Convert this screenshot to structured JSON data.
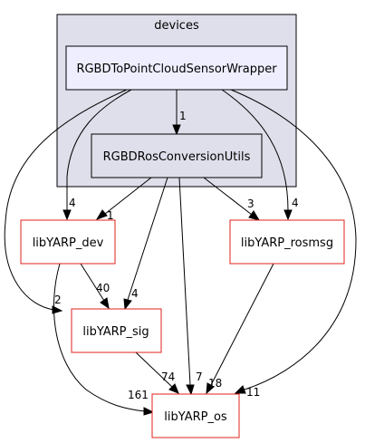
{
  "cluster": {
    "label": "devices"
  },
  "nodes": {
    "wrapper": {
      "label": "RGBDToPointCloudSensorWrapper"
    },
    "conv": {
      "label": "RGBDRosConversionUtils"
    },
    "dev": {
      "label": "libYARP_dev"
    },
    "rosmsg": {
      "label": "libYARP_rosmsg"
    },
    "sig": {
      "label": "libYARP_sig"
    },
    "os": {
      "label": "libYARP_os"
    }
  },
  "edges": {
    "wrapper_conv": "1",
    "wrapper_dev": "4",
    "wrapper_sig": "2",
    "wrapper_rosmsg": "4",
    "wrapper_os": "11",
    "conv_dev": "1",
    "conv_sig": "4",
    "conv_os": "7",
    "conv_rosmsg": "3",
    "dev_sig": "40",
    "dev_os": "161",
    "sig_os": "74",
    "rosmsg_os": "18"
  },
  "colors": {
    "cluster_fill": "#dfdfeb",
    "cluster_stroke": "#000000",
    "wrapper_fill": "#eeeeff",
    "internal_stroke": "#000000",
    "conv_fill": "#dfdfeb",
    "external_fill": "#ffffff",
    "external_stroke": "#e0201b",
    "edge": "#000000"
  }
}
